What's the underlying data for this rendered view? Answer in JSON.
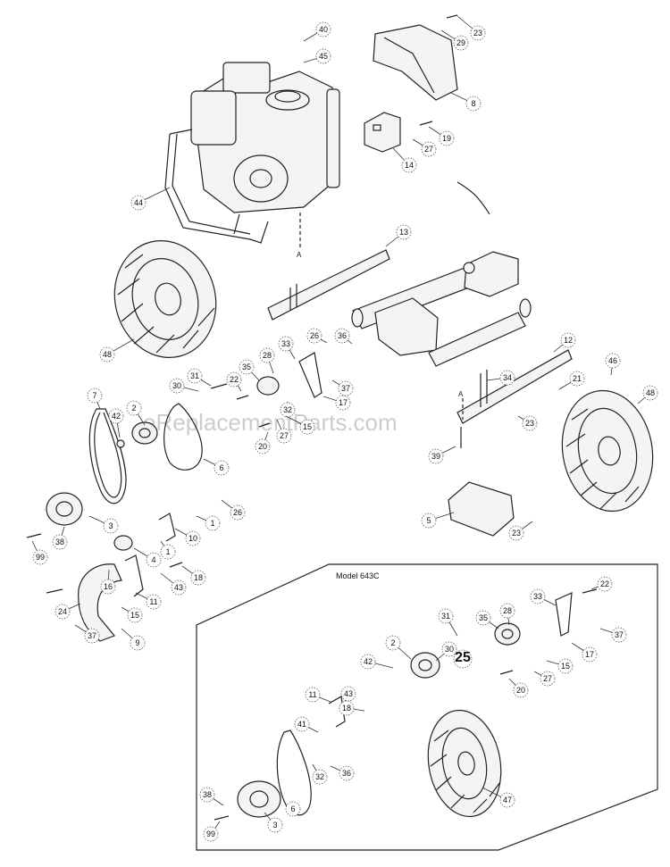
{
  "watermark": "eReplacementParts.com",
  "inset": {
    "title": "Model 643C"
  },
  "reference_letters": [
    "A",
    "A"
  ],
  "callouts_main": [
    "40",
    "45",
    "23",
    "29",
    "8",
    "19",
    "27",
    "14",
    "44",
    "13",
    "48",
    "33",
    "26",
    "36",
    "12",
    "46",
    "31",
    "28",
    "35",
    "22",
    "30",
    "37",
    "17",
    "34",
    "21",
    "48",
    "7",
    "2",
    "42",
    "32",
    "6",
    "27",
    "15",
    "23",
    "20",
    "39",
    "26",
    "1",
    "5",
    "10",
    "1",
    "23",
    "3",
    "38",
    "99",
    "4",
    "18",
    "43",
    "11",
    "16",
    "15",
    "24",
    "37",
    "9"
  ],
  "callouts_inset": [
    "22",
    "31",
    "35",
    "28",
    "33",
    "2",
    "30",
    "25",
    "37",
    "42",
    "17",
    "15",
    "27",
    "20",
    "11",
    "43",
    "18",
    "41",
    "36",
    "32",
    "47",
    "38",
    "6",
    "3",
    "99"
  ]
}
